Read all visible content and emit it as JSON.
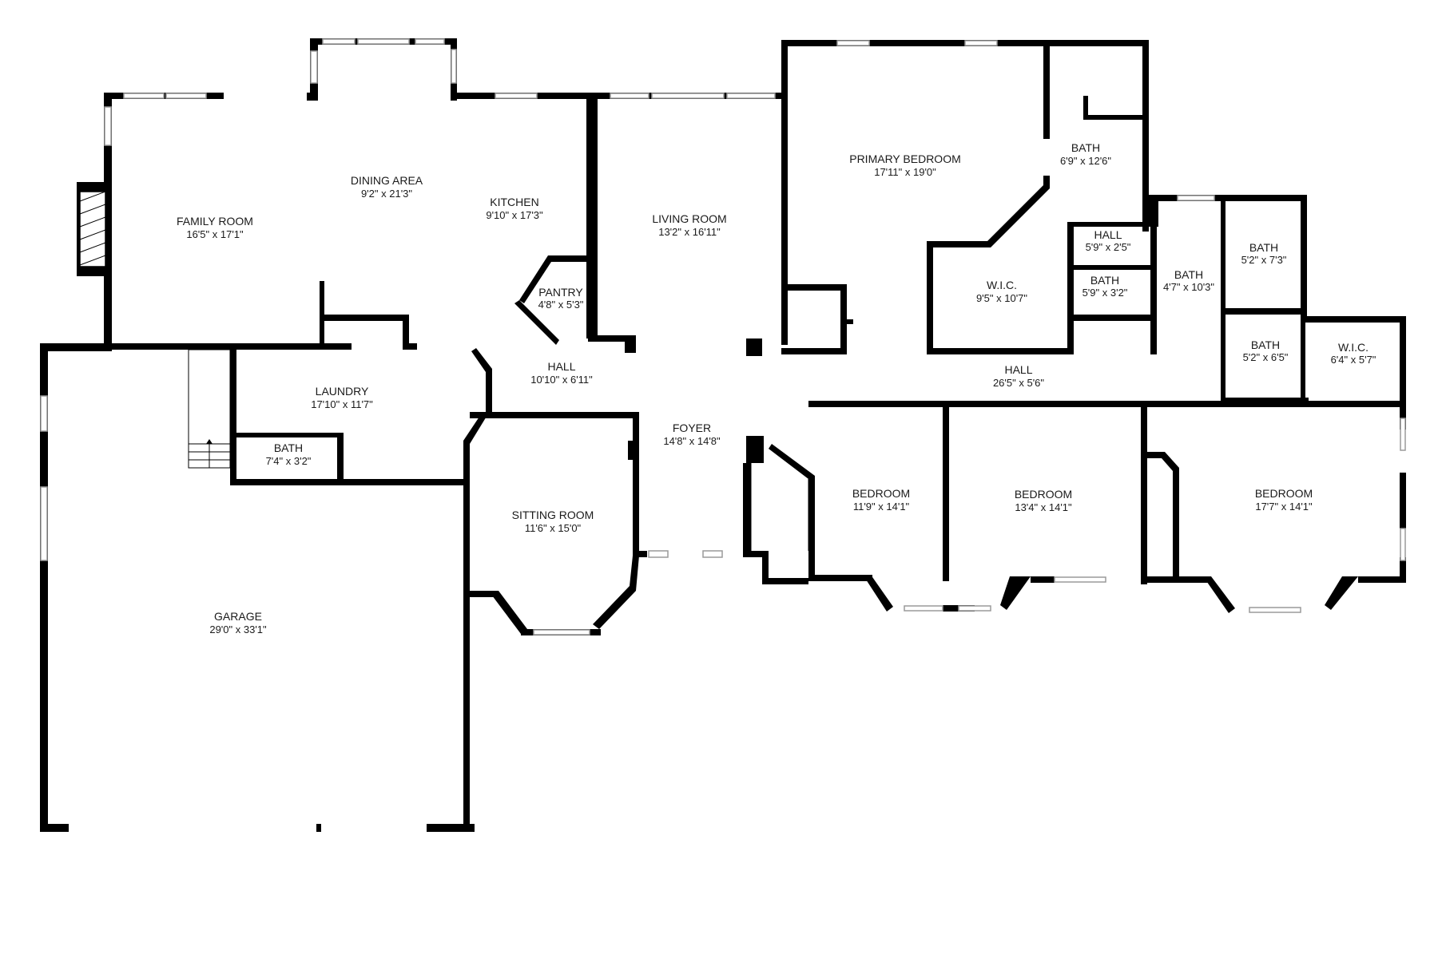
{
  "rooms": [
    {
      "id": "family-room",
      "name": "FAMILY ROOM",
      "dims": "16'5\" x 17'1\""
    },
    {
      "id": "dining-area",
      "name": "DINING AREA",
      "dims": "9'2\" x 21'3\""
    },
    {
      "id": "kitchen",
      "name": "KITCHEN",
      "dims": "9'10\" x 17'3\""
    },
    {
      "id": "living-room",
      "name": "LIVING ROOM",
      "dims": "13'2\" x 16'11\""
    },
    {
      "id": "primary-bedroom",
      "name": "PRIMARY BEDROOM",
      "dims": "17'11\" x 19'0\""
    },
    {
      "id": "bath-primary",
      "name": "BATH",
      "dims": "6'9\" x 12'6\""
    },
    {
      "id": "wic-primary",
      "name": "W.I.C.",
      "dims": "9'5\" x 10'7\""
    },
    {
      "id": "hall-small",
      "name": "HALL",
      "dims": "5'9\" x 2'5\""
    },
    {
      "id": "bath-small",
      "name": "BATH",
      "dims": "5'9\" x 3'2\""
    },
    {
      "id": "bath-middle",
      "name": "BATH",
      "dims": "4'7\" x 10'3\""
    },
    {
      "id": "bath-upper-right",
      "name": "BATH",
      "dims": "5'2\" x 7'3\""
    },
    {
      "id": "bath-lower-right",
      "name": "BATH",
      "dims": "5'2\" x 6'5\""
    },
    {
      "id": "wic-right",
      "name": "W.I.C.",
      "dims": "6'4\" x 5'7\""
    },
    {
      "id": "pantry",
      "name": "PANTRY",
      "dims": "4'8\" x 5'3\""
    },
    {
      "id": "hall-west",
      "name": "HALL",
      "dims": "10'10\" x 6'11\""
    },
    {
      "id": "hall-east",
      "name": "HALL",
      "dims": "26'5\" x 5'6\""
    },
    {
      "id": "laundry",
      "name": "LAUNDRY",
      "dims": "17'10\" x 11'7\""
    },
    {
      "id": "bath-laundry",
      "name": "BATH",
      "dims": "7'4\" x 3'2\""
    },
    {
      "id": "foyer",
      "name": "FOYER",
      "dims": "14'8\" x 14'8\""
    },
    {
      "id": "sitting-room",
      "name": "SITTING ROOM",
      "dims": "11'6\" x 15'0\""
    },
    {
      "id": "bedroom-1",
      "name": "BEDROOM",
      "dims": "11'9\" x 14'1\""
    },
    {
      "id": "bedroom-2",
      "name": "BEDROOM",
      "dims": "13'4\" x 14'1\""
    },
    {
      "id": "bedroom-3",
      "name": "BEDROOM",
      "dims": "17'7\" x 14'1\""
    },
    {
      "id": "garage",
      "name": "GARAGE",
      "dims": "29'0\" x 33'1\""
    }
  ]
}
